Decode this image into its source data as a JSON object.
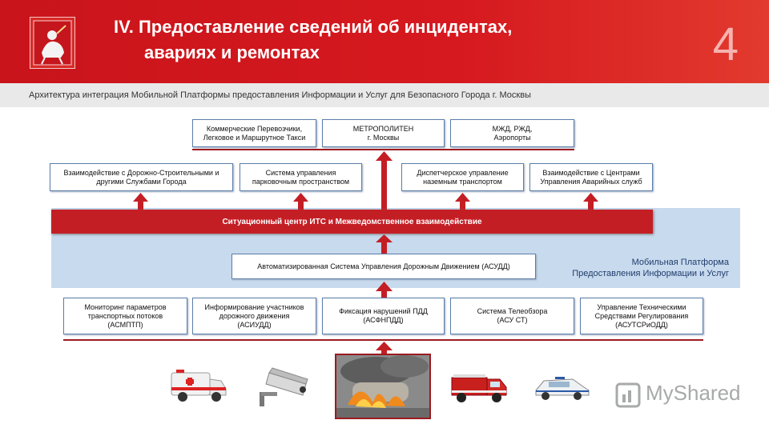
{
  "header": {
    "title_line1": "IV. Предоставление сведений об инцидентах,",
    "title_line2": "авариях и ремонтах",
    "page_number": "4",
    "subtitle": "Архитектура интеграция Мобильной Платформы предоставления Информации и Услуг для Безопасного Города г. Москвы"
  },
  "top_row": [
    {
      "line1": "Коммерческие Перевозчики,",
      "line2": "Легковое и Маршрутное Такси"
    },
    {
      "line1": "МЕТРОПОЛИТЕН",
      "line2": "г. Москвы"
    },
    {
      "line1": "МЖД, РЖД,",
      "line2": "Аэропорты"
    }
  ],
  "second_row": [
    {
      "line1": "Взаимодействие с Дорожно-Строительными и",
      "line2": "другими Службами Города"
    },
    {
      "line1": "Система управления",
      "line2": "парковочным пространством"
    },
    {
      "line1": "Диспетчерское управление",
      "line2": "наземным транспортом"
    },
    {
      "line1": "Взаимодействие с Центрами",
      "line2": "Управления Аварийных служб"
    }
  ],
  "center_bar": "Ситуационный центр ИТС и Межведомственное взаимодействие",
  "asudd": "Автоматизированная Система Управления Дорожным Движением (АСУДД)",
  "platform": {
    "line1": "Мобильная Платформа",
    "line2": "Предоставления Информации и Услуг"
  },
  "bottom_row": [
    {
      "line1": "Мониторинг параметров",
      "line2": "транспортных потоков",
      "line3": "(АСМПТП)"
    },
    {
      "line1": "Информирование участников",
      "line2": "дорожного движения",
      "line3": "(АСИУДД)"
    },
    {
      "line1": "Фиксация нарушений ПДД",
      "line2": "(АСФНПДД)",
      "line3": ""
    },
    {
      "line1": "Система Телеобзора",
      "line2": "(АСУ СТ)",
      "line3": ""
    },
    {
      "line1": "Управление Техническими",
      "line2": "Средствами Регулирования",
      "line3": "(АСУТСРиОДД)"
    }
  ],
  "watermark": "MyShared",
  "colors": {
    "header_red": "#d6191f",
    "accent_red": "#c41e25",
    "box_border": "#5b7ea9",
    "platform_blue": "#c8daee"
  },
  "icons": [
    "moscow-coat-of-arms",
    "ambulance",
    "cctv-camera",
    "burning-truck-photo",
    "fire-truck",
    "police-car",
    "myshared-logo"
  ]
}
